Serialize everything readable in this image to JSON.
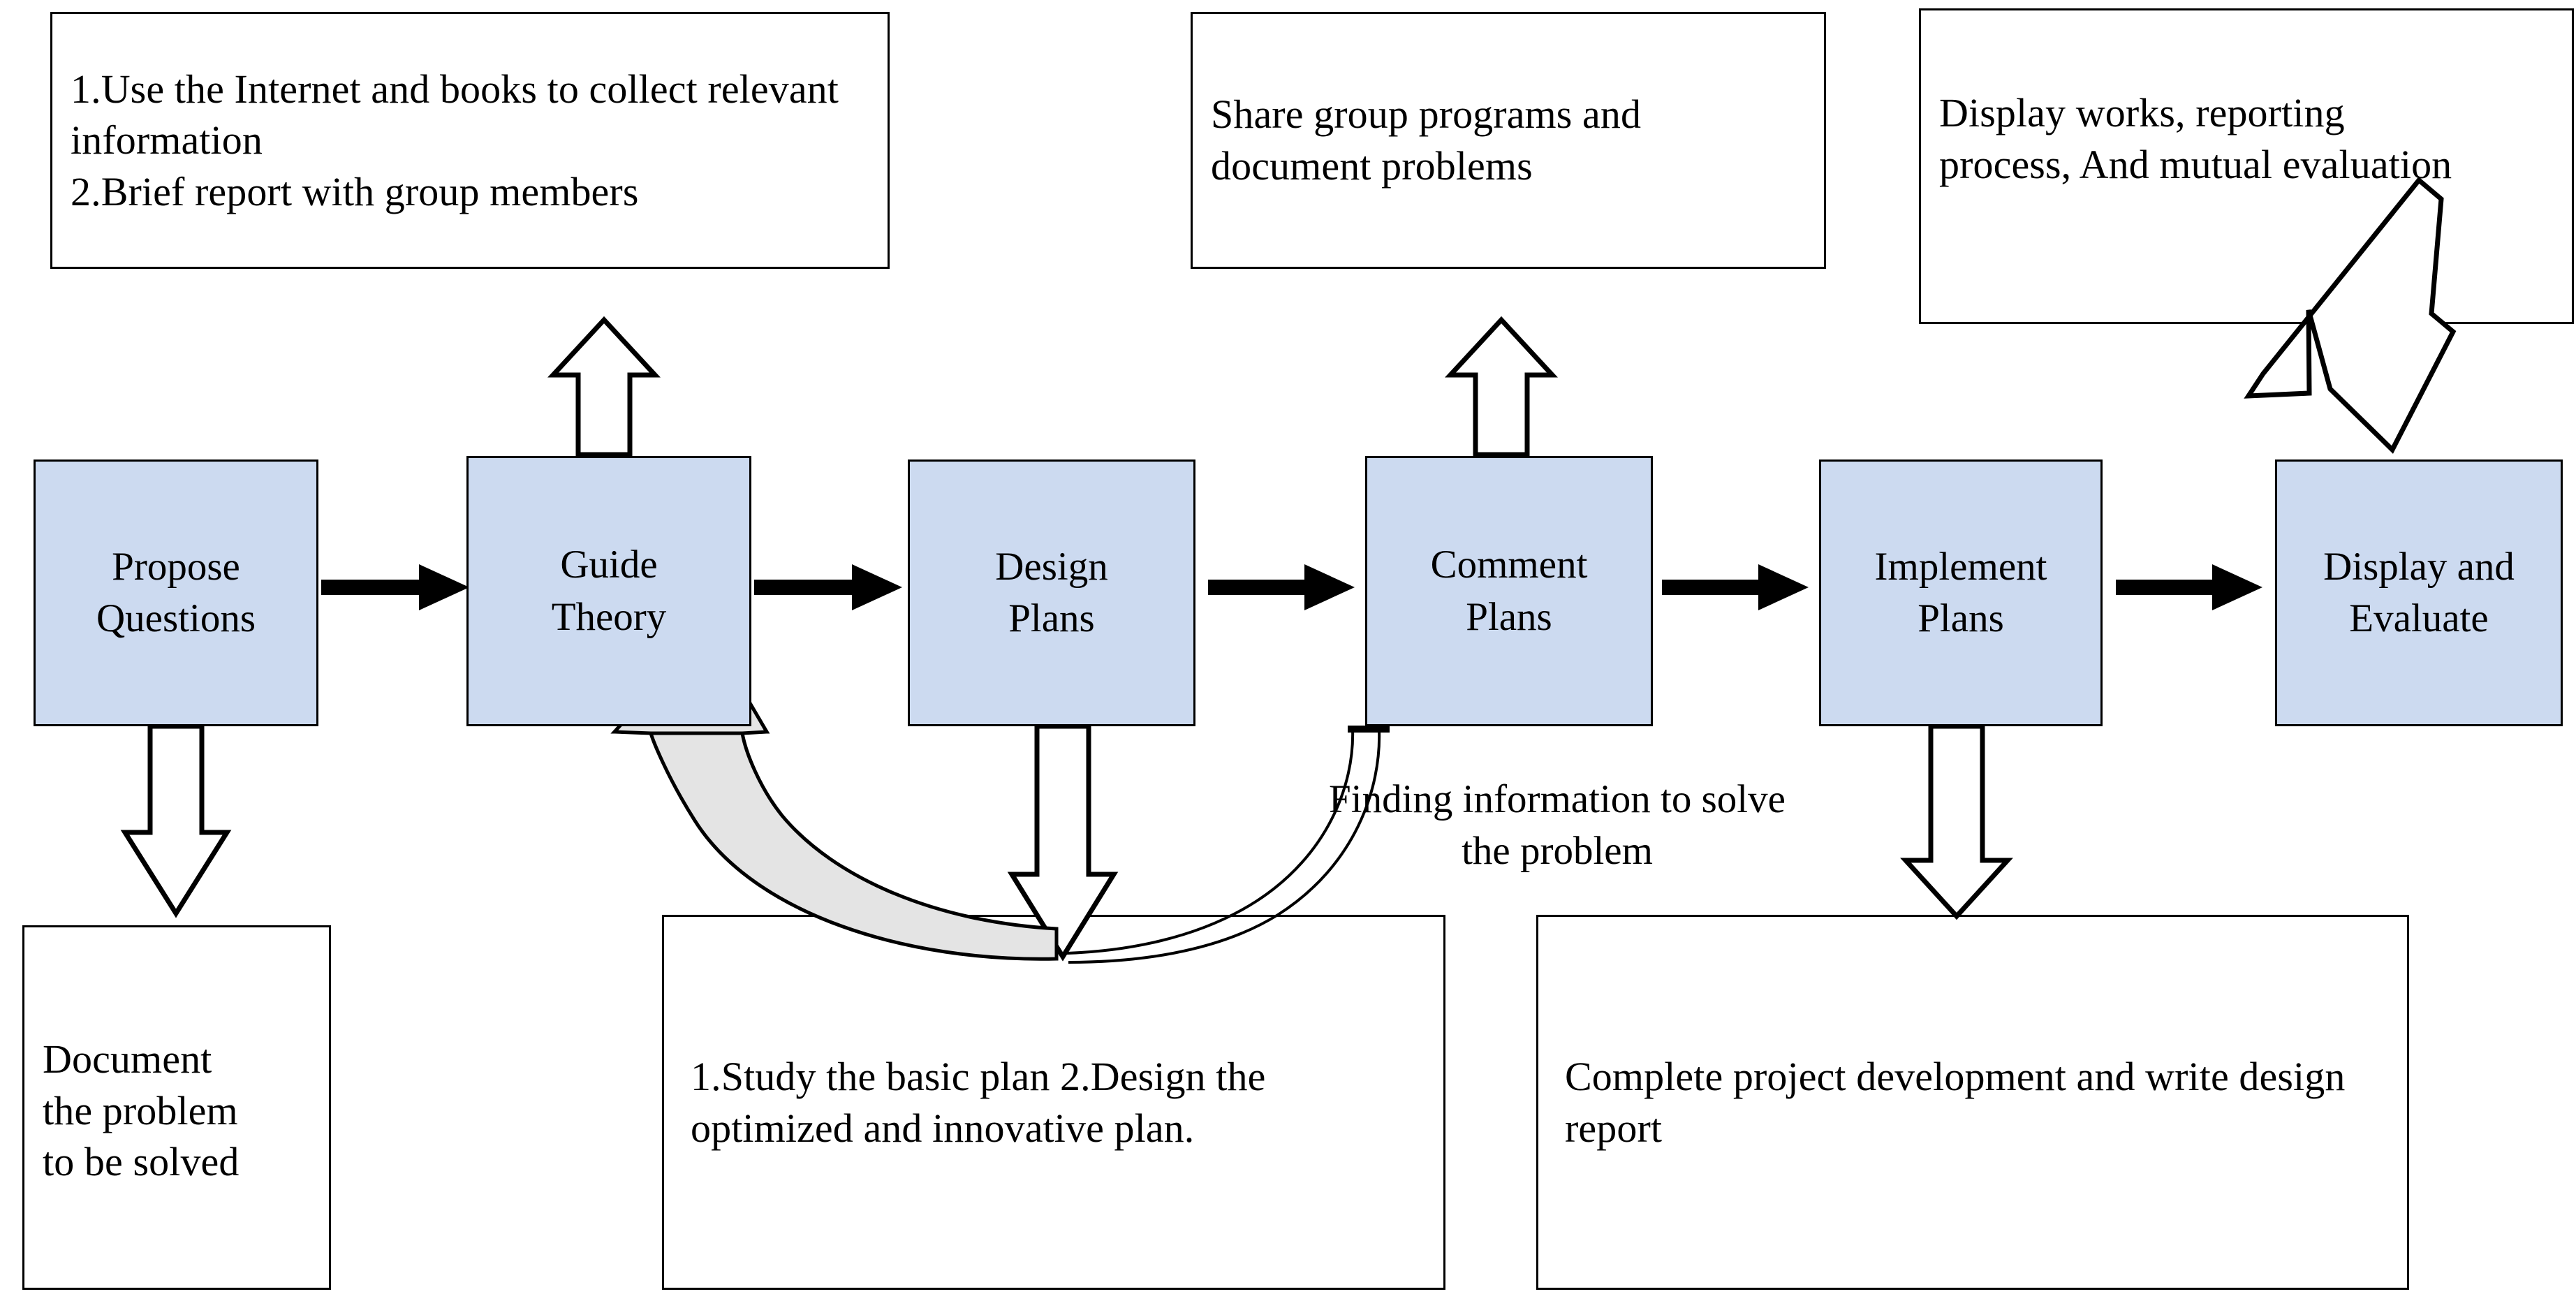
{
  "diagram": {
    "title": "Project-based learning process flowchart",
    "colors": {
      "process_fill": "#ccdaf0",
      "process_stroke": "#000000",
      "note_fill": "#ffffff",
      "note_stroke": "#000000",
      "feedback_arrow_fill": "#e4e4e4",
      "flow_arrow": "#000000"
    },
    "process_boxes": [
      {
        "id": "propose-questions",
        "label": "Propose\nQuestions"
      },
      {
        "id": "guide-theory",
        "label": "Guide\nTheory"
      },
      {
        "id": "design-plans",
        "label": "Design\nPlans"
      },
      {
        "id": "comment-plans",
        "label": "Comment\nPlans"
      },
      {
        "id": "implement-plans",
        "label": "Implement\nPlans"
      },
      {
        "id": "display-and-evaluate",
        "label": "Display and\nEvaluate"
      }
    ],
    "note_boxes": [
      {
        "id": "collect-information-note",
        "text": "1.Use the Internet and books to collect relevant information\n2.Brief report with group members",
        "attached_to": "guide-theory",
        "position": "above"
      },
      {
        "id": "share-programs-note",
        "text": "Share group programs and document problems",
        "attached_to": "comment-plans",
        "position": "above"
      },
      {
        "id": "display-works-note",
        "text": "Display works, reporting process, And mutual evaluation",
        "attached_to": "display-and-evaluate",
        "position": "above-right"
      },
      {
        "id": "document-problem-note",
        "text": "Document\nthe problem\nto be solved",
        "attached_to": "propose-questions",
        "position": "below"
      },
      {
        "id": "study-design-note",
        "text": "1.Study the basic plan 2.Design the optimized and  innovative plan.",
        "attached_to": "design-plans",
        "position": "below"
      },
      {
        "id": "complete-project-note",
        "text": "Complete project development and write design report",
        "attached_to": "implement-plans",
        "position": "below"
      }
    ],
    "edge_labels": [
      {
        "id": "finding-information-label",
        "text": "Finding information to solve\nthe problem"
      }
    ],
    "flow_sequence": [
      "Propose Questions",
      "Guide Theory",
      "Design Plans",
      "Comment Plans",
      "Implement Plans",
      "Display and Evaluate"
    ],
    "feedback_edge": {
      "from": "study-design-note",
      "to": "guide-theory",
      "style": "curved-gray-block-arrow"
    }
  }
}
